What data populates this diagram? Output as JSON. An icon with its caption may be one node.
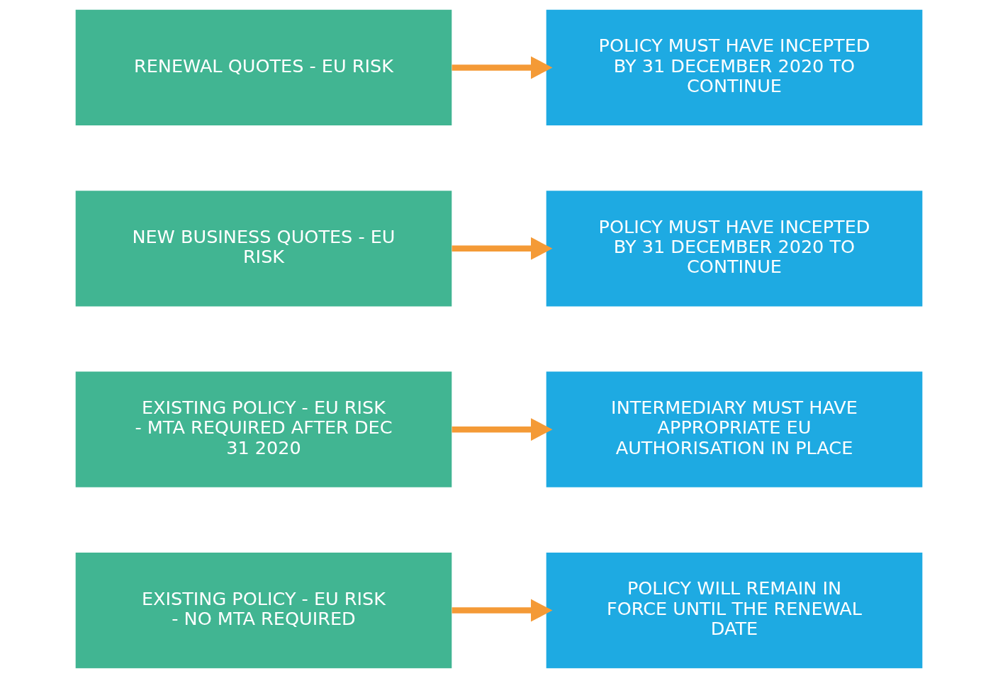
{
  "diagram": {
    "nodes": [
      {
        "text": [
          "EXISTING POLICY - EU RISK - NO MTA REQUIRED"
        ]
      },
      {
        "text": [
          "POLICY WILL REMAIN IN FORCE UNTIL THE RENEWAL DATE"
        ]
      },
      {
        "text": [
          "EXISTING POLICY - EU RISK - MTA REQUIRED AFTER DEC 31 2020"
        ]
      },
      {
        "text": [
          "INTERMEDIARY MUST HAVE APPROPRIATE EU AUTHORISATION IN PLACE"
        ]
      },
      {
        "text": [
          "NEW BUSINESS QUOTES - EU RISK"
        ]
      },
      {
        "text": [
          "POLICY MUST HAVE INCEPTED BY 31 DECEMBER 2020 TO CONTINUE"
        ]
      },
      {
        "text": [
          "RENEWAL QUOTES - EU RISK"
        ]
      },
      {
        "text": [
          "POLICY MUST HAVE INCEPTED BY 31 DECEMBER 2020 TO CONTINUE"
        ]
      }
    ],
    "edges": [
      {
        "from": 0,
        "to": 1,
        "arrow": "to"
      },
      {
        "from": 2,
        "to": 3,
        "arrow": "to"
      },
      {
        "from": 4,
        "to": 5,
        "arrow": "to"
      },
      {
        "from": 6,
        "to": 7,
        "arrow": "to"
      }
    ]
  }
}
